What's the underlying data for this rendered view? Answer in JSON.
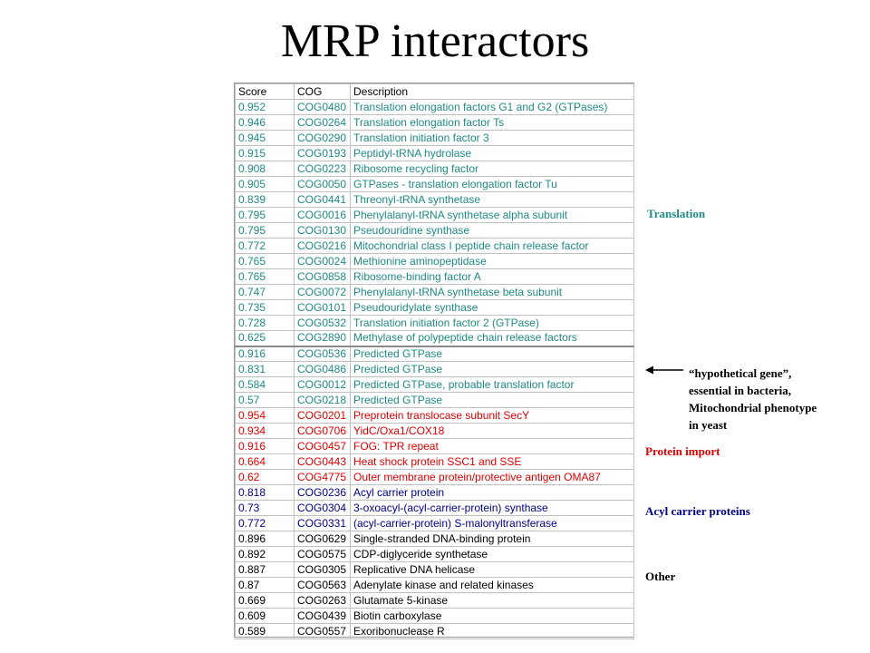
{
  "title": "MRP interactors",
  "table": {
    "headers": [
      "Score",
      "COG",
      "Description"
    ],
    "rows": [
      {
        "group": "translation",
        "score": "0.952",
        "cog": "COG0480",
        "description": "Translation elongation factors G1 and G2 (GTPases)"
      },
      {
        "group": "translation",
        "score": "0.946",
        "cog": "COG0264",
        "description": "Translation elongation factor Ts"
      },
      {
        "group": "translation",
        "score": "0.945",
        "cog": "COG0290",
        "description": "Translation initiation factor 3"
      },
      {
        "group": "translation",
        "score": "0.915",
        "cog": "COG0193",
        "description": "Peptidyl-tRNA hydrolase"
      },
      {
        "group": "translation",
        "score": "0.908",
        "cog": "COG0223",
        "description": "Ribosome recycling factor"
      },
      {
        "group": "translation",
        "score": "0.905",
        "cog": "COG0050",
        "description": "GTPases - translation elongation factor Tu"
      },
      {
        "group": "translation",
        "score": "0.839",
        "cog": "COG0441",
        "description": "Threonyl-tRNA synthetase"
      },
      {
        "group": "translation",
        "score": "0.795",
        "cog": "COG0016",
        "description": "Phenylalanyl-tRNA synthetase alpha subunit"
      },
      {
        "group": "translation",
        "score": "0.795",
        "cog": "COG0130",
        "description": "Pseudouridine synthase"
      },
      {
        "group": "translation",
        "score": "0.772",
        "cog": "COG0216",
        "description": "Mitochondrial class I peptide chain release factor"
      },
      {
        "group": "translation",
        "score": "0.765",
        "cog": "COG0024",
        "description": "Methionine aminopeptidase"
      },
      {
        "group": "translation",
        "score": "0.765",
        "cog": "COG0858",
        "description": "Ribosome-binding factor A"
      },
      {
        "group": "translation",
        "score": "0.747",
        "cog": "COG0072",
        "description": "Phenylalanyl-tRNA synthetase beta subunit"
      },
      {
        "group": "translation",
        "score": "0.735",
        "cog": "COG0101",
        "description": "Pseudouridylate synthase"
      },
      {
        "group": "translation",
        "score": "0.728",
        "cog": "COG0532",
        "description": "Translation initiation factor 2 (GTPase)"
      },
      {
        "group": "translation",
        "score": "0.625",
        "cog": "COG2890",
        "description": "Methylase of polypeptide chain release factors"
      },
      {
        "group": "gtpase",
        "score": "0.916",
        "cog": "COG0536",
        "description": "Predicted GTPase"
      },
      {
        "group": "gtpase",
        "score": "0.831",
        "cog": "COG0486",
        "description": "Predicted GTPase"
      },
      {
        "group": "gtpase",
        "score": "0.584",
        "cog": "COG0012",
        "description": "Predicted GTPase, probable translation factor"
      },
      {
        "group": "gtpase",
        "score": "0.57",
        "cog": "COG0218",
        "description": "Predicted GTPase"
      },
      {
        "group": "import",
        "score": "0.954",
        "cog": "COG0201",
        "description": "Preprotein translocase subunit SecY"
      },
      {
        "group": "import",
        "score": "0.934",
        "cog": "COG0706",
        "description": "YidC/Oxa1/COX18"
      },
      {
        "group": "import",
        "score": "0.916",
        "cog": "COG0457",
        "description": "FOG: TPR repeat"
      },
      {
        "group": "import",
        "score": "0.664",
        "cog": "COG0443",
        "description": "Heat shock protein SSC1 and SSE"
      },
      {
        "group": "import",
        "score": "0.62",
        "cog": "COG4775",
        "description": "Outer membrane protein/protective antigen OMA87"
      },
      {
        "group": "acyl",
        "score": "0.818",
        "cog": "COG0236",
        "description": "Acyl carrier protein"
      },
      {
        "group": "acyl",
        "score": "0.73",
        "cog": "COG0304",
        "description": "3-oxoacyl-(acyl-carrier-protein) synthase"
      },
      {
        "group": "acyl",
        "score": "0.772",
        "cog": "COG0331",
        "description": "(acyl-carrier-protein) S-malonyltransferase"
      },
      {
        "group": "other",
        "score": "0.896",
        "cog": "COG0629",
        "description": "Single-stranded DNA-binding protein"
      },
      {
        "group": "other",
        "score": "0.892",
        "cog": "COG0575",
        "description": "CDP-diglyceride synthetase"
      },
      {
        "group": "other",
        "score": "0.887",
        "cog": "COG0305",
        "description": "Replicative DNA helicase"
      },
      {
        "group": "other",
        "score": "0.87",
        "cog": "COG0563",
        "description": "Adenylate kinase and related kinases"
      },
      {
        "group": "other",
        "score": "0.669",
        "cog": "COG0263",
        "description": "Glutamate 5-kinase"
      },
      {
        "group": "other",
        "score": "0.609",
        "cog": "COG0439",
        "description": "Biotin carboxylase"
      },
      {
        "group": "other",
        "score": "0.589",
        "cog": "COG0557",
        "description": "Exoribonuclease R"
      }
    ]
  },
  "labels": {
    "translation": "Translation",
    "protein_import": "Protein import",
    "acyl": "Acyl carrier proteins",
    "other": "Other"
  },
  "annotation": {
    "line1": "“hypothetical gene”,",
    "line2": "essential in bacteria,",
    "line3": "Mitochondrial phenotype",
    "line4": "in yeast"
  },
  "colors": {
    "translation": "#1f8a86",
    "protein_import": "#e00000",
    "acyl": "#00008b",
    "other": "#000000"
  },
  "icons": {
    "annotation_arrow": "arrow-left-icon"
  }
}
